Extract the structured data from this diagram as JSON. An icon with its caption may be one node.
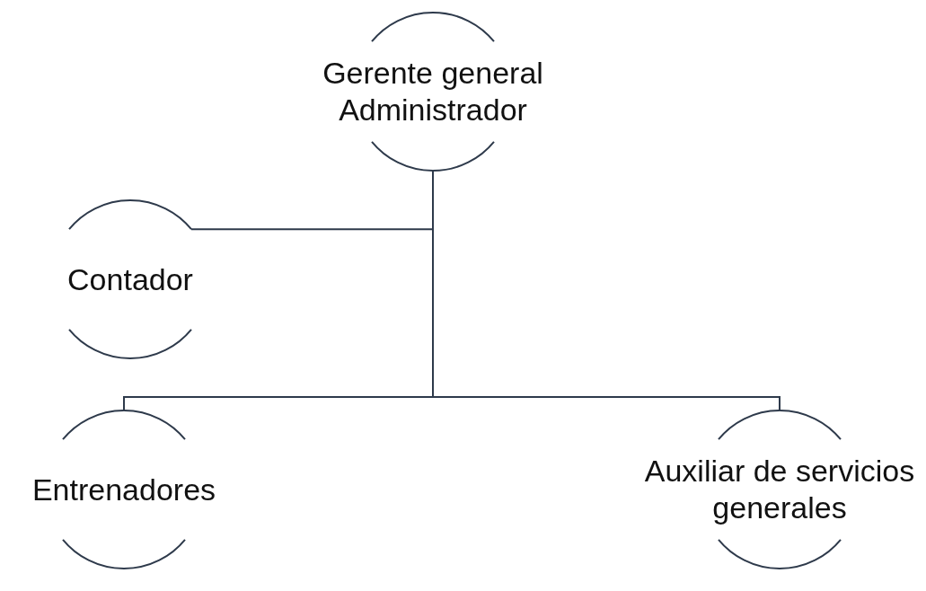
{
  "diagram": {
    "nodes": [
      {
        "text": [
          "Gerente general Administrador"
        ]
      },
      {
        "text": [
          "Contador"
        ]
      },
      {
        "text": [
          "Entrenadores"
        ]
      },
      {
        "text": [
          "Auxiliar de servicios generales"
        ]
      }
    ],
    "edges": [
      {
        "from": 0,
        "to": 1,
        "arrow": "none"
      },
      {
        "from": 0,
        "to": 2,
        "arrow": "none"
      },
      {
        "from": 0,
        "to": 3,
        "arrow": "none"
      }
    ]
  }
}
